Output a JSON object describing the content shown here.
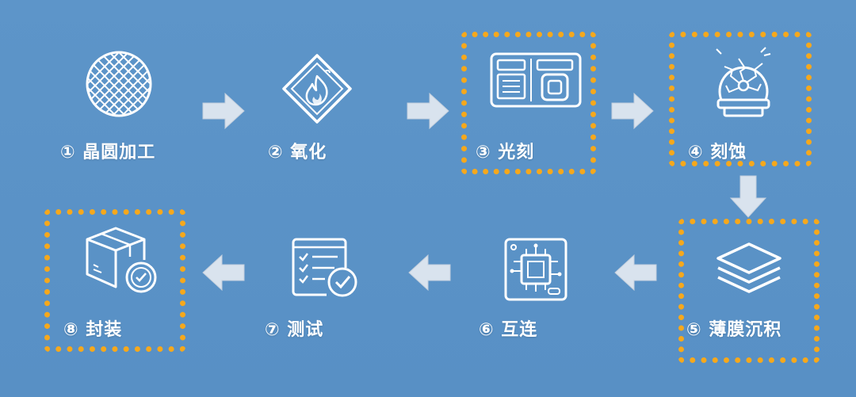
{
  "colors": {
    "background": "#5a93c8",
    "highlight_dots": "#f6a81c",
    "icon_stroke": "#ffffff",
    "arrow_fill": "#d9e3ee"
  },
  "steps": [
    {
      "label": "① 晶圆加工",
      "icon": "wafer-icon",
      "highlighted": false
    },
    {
      "label": "② 氧化",
      "icon": "fire-diamond-icon",
      "highlighted": false
    },
    {
      "label": "③ 光刻",
      "icon": "photomask-icon",
      "highlighted": true
    },
    {
      "label": "④ 刻蚀",
      "icon": "plasma-ball-icon",
      "highlighted": true
    },
    {
      "label": "⑤ 薄膜沉积",
      "icon": "layers-icon",
      "highlighted": true
    },
    {
      "label": "⑥ 互连",
      "icon": "circuit-board-icon",
      "highlighted": false
    },
    {
      "label": "⑦ 测试",
      "icon": "checklist-icon",
      "highlighted": false
    },
    {
      "label": "⑧ 封装",
      "icon": "package-icon",
      "highlighted": true
    }
  ],
  "flow_arrows": [
    {
      "from": 1,
      "to": 2,
      "direction": "right"
    },
    {
      "from": 2,
      "to": 3,
      "direction": "right"
    },
    {
      "from": 3,
      "to": 4,
      "direction": "right"
    },
    {
      "from": 4,
      "to": 5,
      "direction": "down"
    },
    {
      "from": 5,
      "to": 6,
      "direction": "left"
    },
    {
      "from": 6,
      "to": 7,
      "direction": "left"
    },
    {
      "from": 7,
      "to": 8,
      "direction": "left"
    }
  ]
}
